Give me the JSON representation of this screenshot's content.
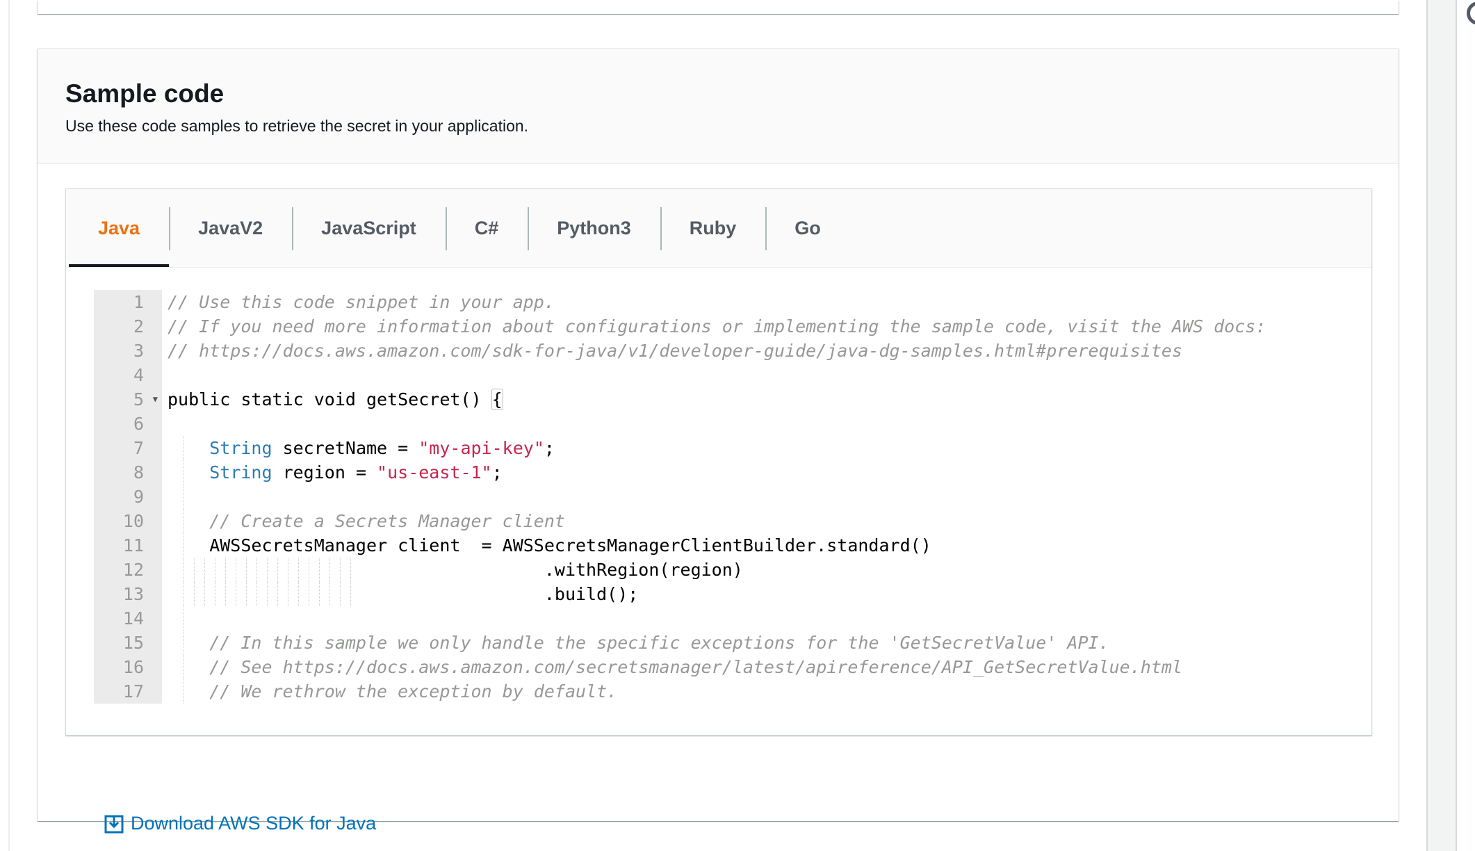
{
  "section": {
    "title": "Sample code",
    "subtitle": "Use these code samples to retrieve the secret in your application."
  },
  "tabs": [
    {
      "label": "Java",
      "active": true
    },
    {
      "label": "JavaV2"
    },
    {
      "label": "JavaScript"
    },
    {
      "label": "C#"
    },
    {
      "label": "Python3"
    },
    {
      "label": "Ruby"
    },
    {
      "label": "Go"
    }
  ],
  "code_lines": [
    {
      "n": "1",
      "tokens": [
        {
          "t": "c",
          "v": "// Use this code snippet in your app."
        }
      ]
    },
    {
      "n": "2",
      "tokens": [
        {
          "t": "c",
          "v": "// If you need more information about configurations or implementing the sample code, visit the AWS docs:"
        }
      ]
    },
    {
      "n": "3",
      "tokens": [
        {
          "t": "c",
          "v": "// https://docs.aws.amazon.com/sdk-for-java/v1/developer-guide/java-dg-samples.html#prerequisites"
        }
      ]
    },
    {
      "n": "4",
      "tokens": []
    },
    {
      "n": "5",
      "fold": true,
      "tokens": [
        {
          "t": "",
          "v": "public static void getSecret() "
        },
        {
          "t": "brace",
          "v": "{"
        }
      ]
    },
    {
      "n": "6",
      "tokens": []
    },
    {
      "n": "7",
      "tokens": [
        {
          "t": "",
          "v": "    "
        },
        {
          "t": "k",
          "v": "String"
        },
        {
          "t": "",
          "v": " secretName = "
        },
        {
          "t": "s",
          "v": "\"my-api-key\""
        },
        {
          "t": "",
          "v": ";"
        }
      ]
    },
    {
      "n": "8",
      "tokens": [
        {
          "t": "",
          "v": "    "
        },
        {
          "t": "k",
          "v": "String"
        },
        {
          "t": "",
          "v": " region = "
        },
        {
          "t": "s",
          "v": "\"us-east-1\""
        },
        {
          "t": "",
          "v": ";"
        }
      ]
    },
    {
      "n": "9",
      "tokens": []
    },
    {
      "n": "10",
      "tokens": [
        {
          "t": "",
          "v": "    "
        },
        {
          "t": "c",
          "v": "// Create a Secrets Manager client"
        }
      ]
    },
    {
      "n": "11",
      "tokens": [
        {
          "t": "",
          "v": "    AWSSecretsManager client  = AWSSecretsManagerClientBuilder.standard()"
        }
      ]
    },
    {
      "n": "12",
      "tokens": [
        {
          "t": "",
          "v": "                                    .withRegion(region)"
        }
      ]
    },
    {
      "n": "13",
      "tokens": [
        {
          "t": "",
          "v": "                                    .build();"
        }
      ]
    },
    {
      "n": "14",
      "tokens": []
    },
    {
      "n": "15",
      "tokens": [
        {
          "t": "",
          "v": "    "
        },
        {
          "t": "c",
          "v": "// In this sample we only handle the specific exceptions for the 'GetSecretValue' API."
        }
      ]
    },
    {
      "n": "16",
      "tokens": [
        {
          "t": "",
          "v": "    "
        },
        {
          "t": "c",
          "v": "// See https://docs.aws.amazon.com/secretsmanager/latest/apireference/API_GetSecretValue.html"
        }
      ]
    },
    {
      "n": "17",
      "tokens": [
        {
          "t": "",
          "v": "    "
        },
        {
          "t": "c",
          "v": "// We rethrow the exception by default."
        }
      ]
    }
  ],
  "download_link": "Download AWS SDK for Java"
}
